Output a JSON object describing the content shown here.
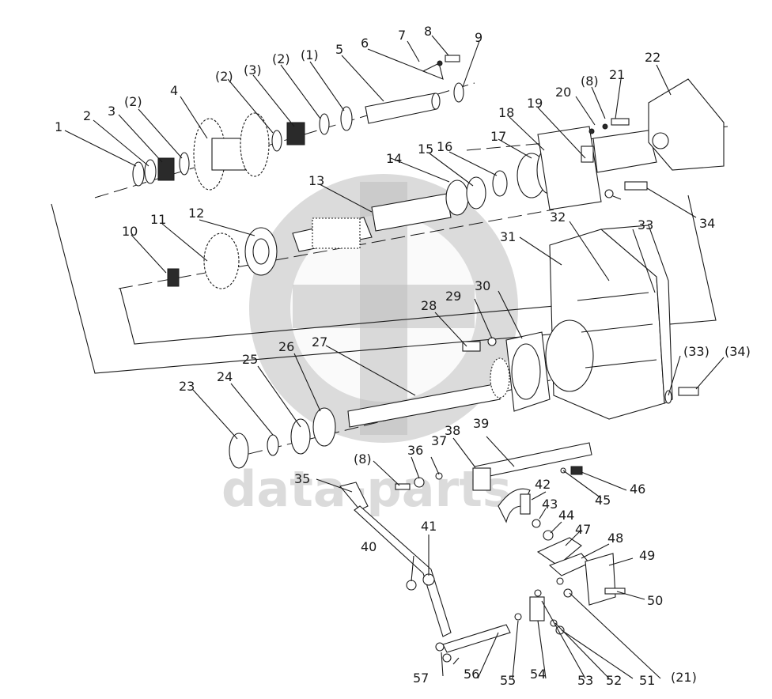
{
  "watermark": {
    "text": "data-parts",
    "color": "#c0c0c0"
  },
  "callouts": [
    {
      "id": "c1",
      "text": "1"
    },
    {
      "id": "c2",
      "text": "2"
    },
    {
      "id": "c3",
      "text": "3"
    },
    {
      "id": "c2a",
      "text": "(2)"
    },
    {
      "id": "c4",
      "text": "4"
    },
    {
      "id": "c2b",
      "text": "(2)"
    },
    {
      "id": "c3a",
      "text": "(3)"
    },
    {
      "id": "c2c",
      "text": "(2)"
    },
    {
      "id": "c1a",
      "text": "(1)"
    },
    {
      "id": "c5",
      "text": "5"
    },
    {
      "id": "c6",
      "text": "6"
    },
    {
      "id": "c7",
      "text": "7"
    },
    {
      "id": "c8",
      "text": "8"
    },
    {
      "id": "c9",
      "text": "9"
    },
    {
      "id": "c10",
      "text": "10"
    },
    {
      "id": "c11",
      "text": "11"
    },
    {
      "id": "c12",
      "text": "12"
    },
    {
      "id": "c13",
      "text": "13"
    },
    {
      "id": "c14",
      "text": "14"
    },
    {
      "id": "c15",
      "text": "15"
    },
    {
      "id": "c16",
      "text": "16"
    },
    {
      "id": "c17",
      "text": "17"
    },
    {
      "id": "c18",
      "text": "18"
    },
    {
      "id": "c19",
      "text": "19"
    },
    {
      "id": "c20",
      "text": "20"
    },
    {
      "id": "c8a",
      "text": "(8)"
    },
    {
      "id": "c21",
      "text": "21"
    },
    {
      "id": "c22",
      "text": "22"
    },
    {
      "id": "c23",
      "text": "23"
    },
    {
      "id": "c24",
      "text": "24"
    },
    {
      "id": "c25",
      "text": "25"
    },
    {
      "id": "c26",
      "text": "26"
    },
    {
      "id": "c27",
      "text": "27"
    },
    {
      "id": "c28",
      "text": "28"
    },
    {
      "id": "c29",
      "text": "29"
    },
    {
      "id": "c30",
      "text": "30"
    },
    {
      "id": "c31",
      "text": "31"
    },
    {
      "id": "c32",
      "text": "32"
    },
    {
      "id": "c33",
      "text": "33"
    },
    {
      "id": "c34",
      "text": "34"
    },
    {
      "id": "c33a",
      "text": "(33)"
    },
    {
      "id": "c34a",
      "text": "(34)"
    },
    {
      "id": "c35",
      "text": "35"
    },
    {
      "id": "c36",
      "text": "36"
    },
    {
      "id": "c37",
      "text": "37"
    },
    {
      "id": "c38",
      "text": "38"
    },
    {
      "id": "c39",
      "text": "39"
    },
    {
      "id": "c8b",
      "text": "(8)"
    },
    {
      "id": "c40",
      "text": "40"
    },
    {
      "id": "c41",
      "text": "41"
    },
    {
      "id": "c42",
      "text": "42"
    },
    {
      "id": "c43",
      "text": "43"
    },
    {
      "id": "c44",
      "text": "44"
    },
    {
      "id": "c45",
      "text": "45"
    },
    {
      "id": "c46",
      "text": "46"
    },
    {
      "id": "c47",
      "text": "47"
    },
    {
      "id": "c48",
      "text": "48"
    },
    {
      "id": "c49",
      "text": "49"
    },
    {
      "id": "c50",
      "text": "50"
    },
    {
      "id": "c51",
      "text": "51"
    },
    {
      "id": "c52",
      "text": "52"
    },
    {
      "id": "c53",
      "text": "53"
    },
    {
      "id": "c54",
      "text": "54"
    },
    {
      "id": "c55",
      "text": "55"
    },
    {
      "id": "c56",
      "text": "56"
    },
    {
      "id": "c57",
      "text": "57"
    },
    {
      "id": "c21a",
      "text": "(21)"
    }
  ]
}
